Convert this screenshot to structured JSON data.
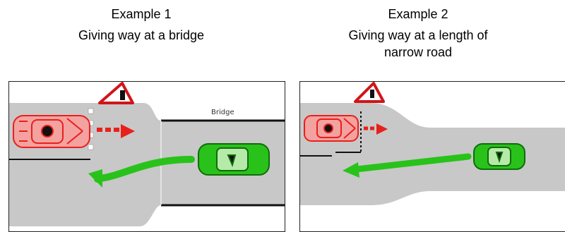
{
  "examples": [
    {
      "number_label": "Example 1",
      "title": "Giving way at a bridge",
      "sign_label": "Bridge"
    },
    {
      "number_label": "Example 2",
      "title_line1": "Giving way at a length of",
      "title_line2": "narrow road"
    }
  ],
  "colors": {
    "road": "#c8c8c8",
    "give_way_car": "#e8201c",
    "priority_car": "#29c21a",
    "sign_border": "#d0151a"
  },
  "icons": [
    "priority-sign-icon",
    "red-car-icon",
    "green-car-icon",
    "arrow-icon"
  ]
}
